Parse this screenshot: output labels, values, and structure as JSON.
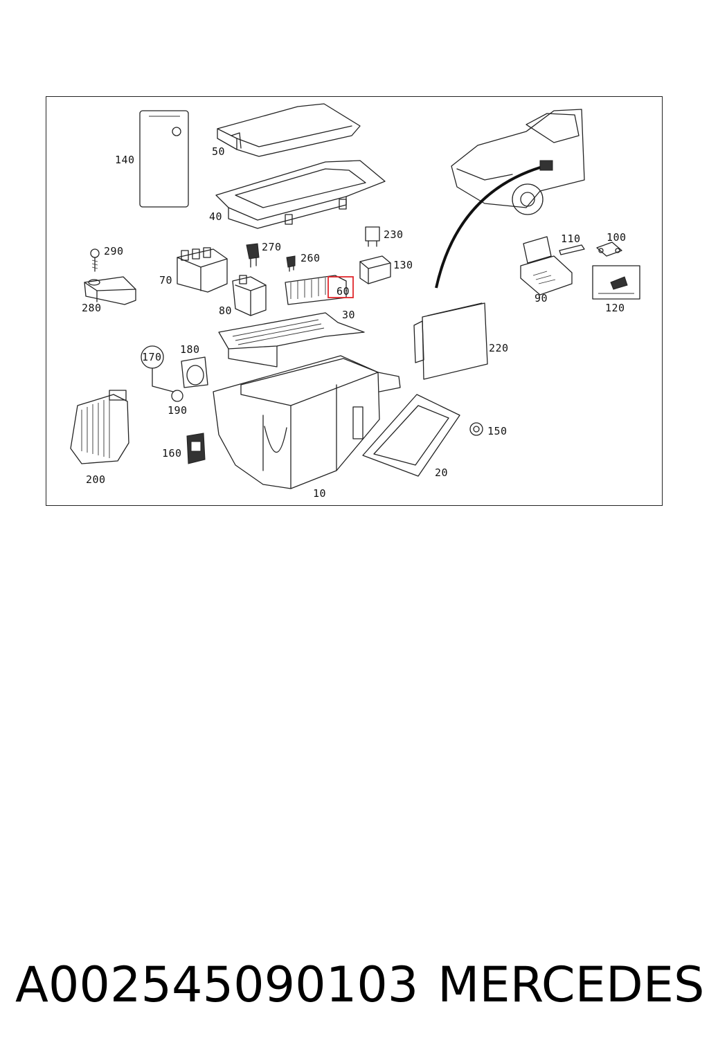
{
  "diagram": {
    "labels": {
      "l10": "10",
      "l20": "20",
      "l30": "30",
      "l40": "40",
      "l50": "50",
      "l60": "60",
      "l70": "70",
      "l80": "80",
      "l90": "90",
      "l100": "100",
      "l110": "110",
      "l120": "120",
      "l130": "130",
      "l140": "140",
      "l150": "150",
      "l160": "160",
      "l170": "170",
      "l180": "180",
      "l190": "190",
      "l200": "200",
      "l220": "220",
      "l230": "230",
      "l260": "260",
      "l270": "270",
      "l280": "280",
      "l290": "290"
    },
    "highlighted_part": "60",
    "highlight_color": "#e0262b"
  },
  "footer": {
    "part_number": "A002545090103",
    "brand": "MERCEDES"
  }
}
